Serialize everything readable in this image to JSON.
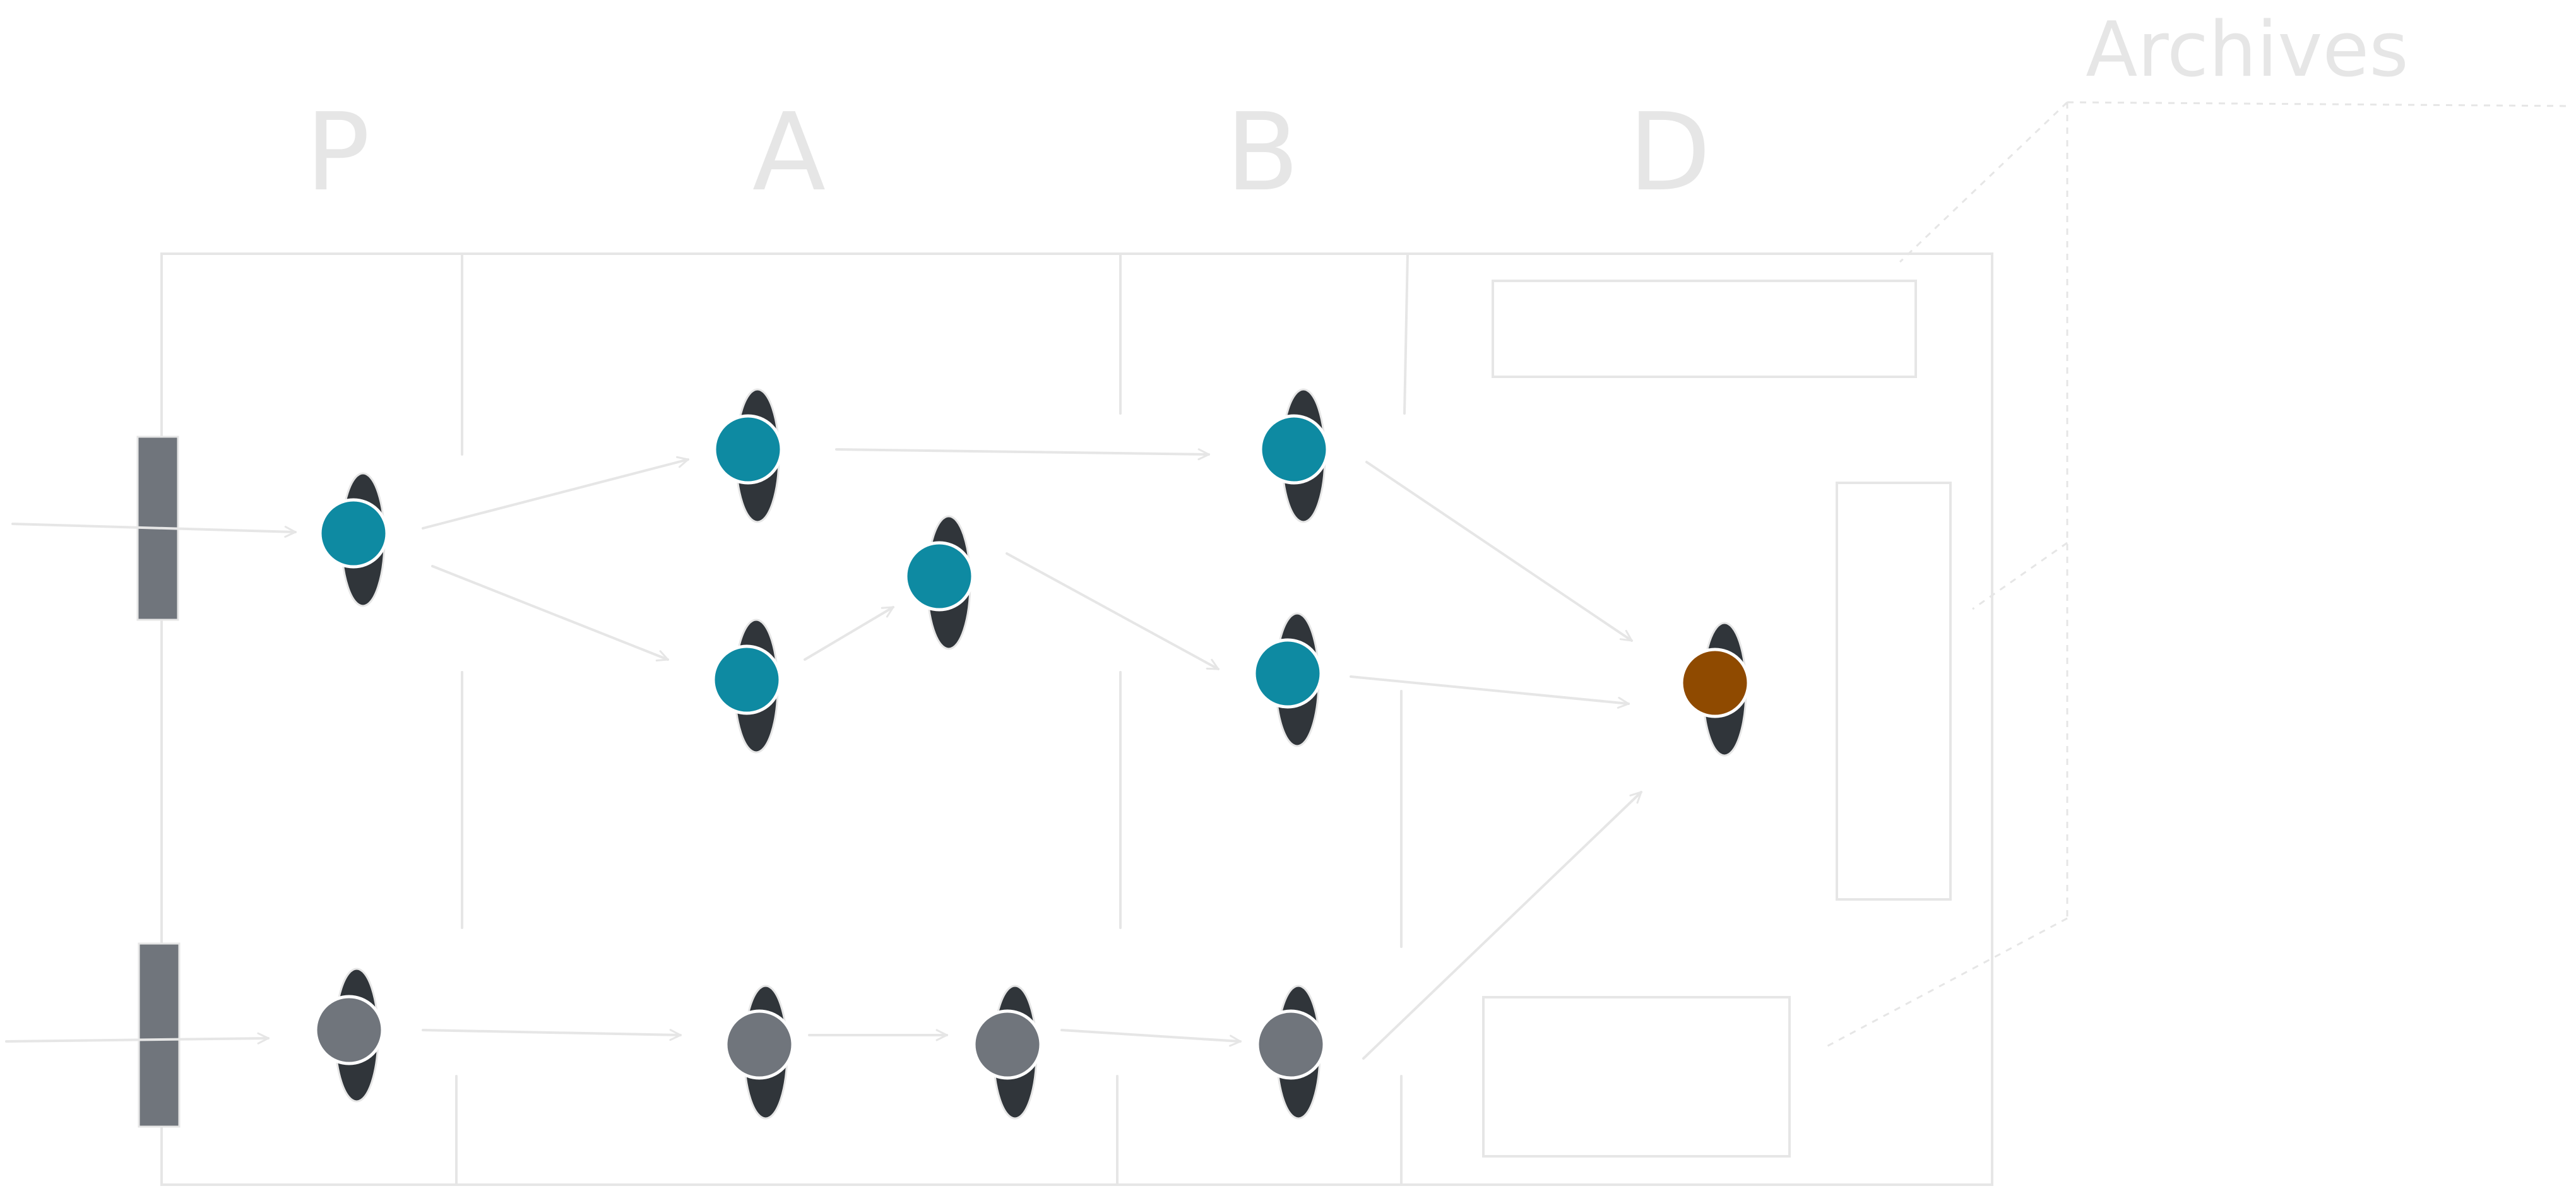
{
  "labels": {
    "col_p": "P",
    "col_a": "A",
    "col_b": "B",
    "col_d": "D",
    "archives": "Archives"
  },
  "colors": {
    "teal": "#0e8aa2",
    "gray": "#70757c",
    "orange": "#8f4a00",
    "dark": "#30353a",
    "line": "#e6e6e6",
    "bar": "#70757c"
  },
  "icons": {
    "node": "person-node-icon",
    "gate": "entry-bar-icon"
  }
}
